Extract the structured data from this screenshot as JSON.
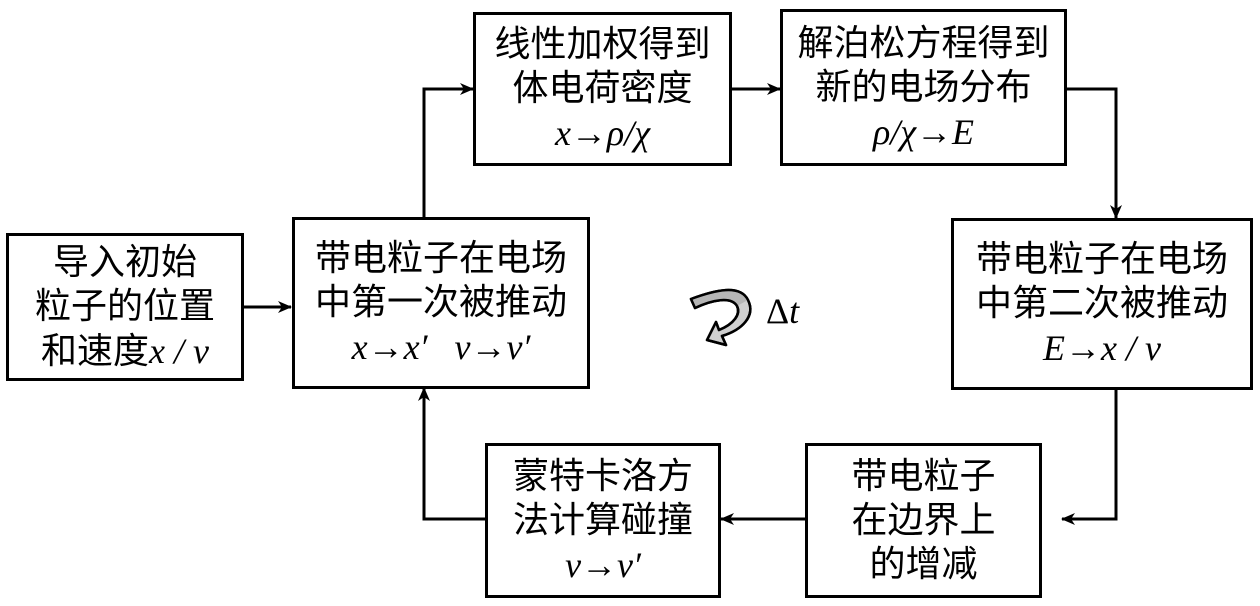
{
  "diagram": {
    "title": "",
    "loop_label": {
      "delta": "Δ",
      "variable": "t"
    },
    "nodes": {
      "init": {
        "lines": [
          "导入初始",
          "粒子的位置",
          "和速度"
        ],
        "math": "x / v"
      },
      "push1": {
        "lines": [
          "带电粒子在电场",
          "中第一次被推动"
        ],
        "math": "x→x′   v→v′"
      },
      "weight": {
        "lines": [
          "线性加权得到",
          "体电荷密度"
        ],
        "math": "x→ρ/χ"
      },
      "poisson": {
        "lines": [
          "解泊松方程得到",
          "新的电场分布"
        ],
        "math": "ρ/χ→E"
      },
      "push2": {
        "lines": [
          "带电粒子在电场",
          "中第二次被推动"
        ],
        "math": "E→x / v"
      },
      "boundary": {
        "lines": [
          "带电粒子",
          "在边界上",
          "的增减"
        ],
        "math": ""
      },
      "collision": {
        "lines": [
          "蒙特卡洛方",
          "法计算碰撞"
        ],
        "math": "v→v′"
      }
    },
    "edges": [
      {
        "from": "init",
        "to": "push1"
      },
      {
        "from": "push1",
        "to": "weight"
      },
      {
        "from": "weight",
        "to": "poisson"
      },
      {
        "from": "poisson",
        "to": "push2"
      },
      {
        "from": "push2",
        "to": "boundary"
      },
      {
        "from": "boundary",
        "to": "collision"
      },
      {
        "from": "collision",
        "to": "push1"
      }
    ],
    "colors": {
      "stroke": "#000000",
      "background": "#ffffff",
      "loop_arrow_dark": "#b0b0b0",
      "loop_arrow_light": "#e6e6e6"
    }
  }
}
